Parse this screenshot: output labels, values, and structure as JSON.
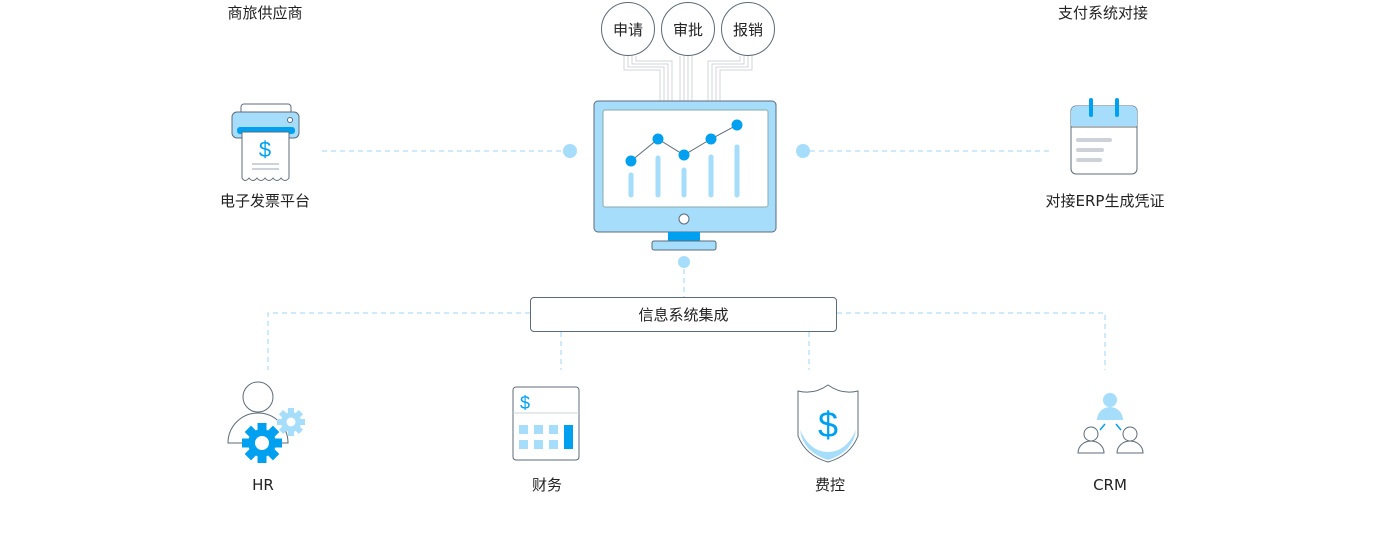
{
  "top_labels": {
    "left": "商旅供应商",
    "right": "支付系统对接"
  },
  "process_circles": [
    "申请",
    "审批",
    "报销"
  ],
  "side_nodes": {
    "invoice": "电子发票平台",
    "erp": "对接ERP生成凭证"
  },
  "integration_box": "信息系统集成",
  "bottom_nodes": [
    "HR",
    "财务",
    "费控",
    "CRM"
  ],
  "colors": {
    "accent": "#00a0f0",
    "light": "#a6ddfb",
    "line": "#5c6b78",
    "dash": "#9fd6f5"
  }
}
